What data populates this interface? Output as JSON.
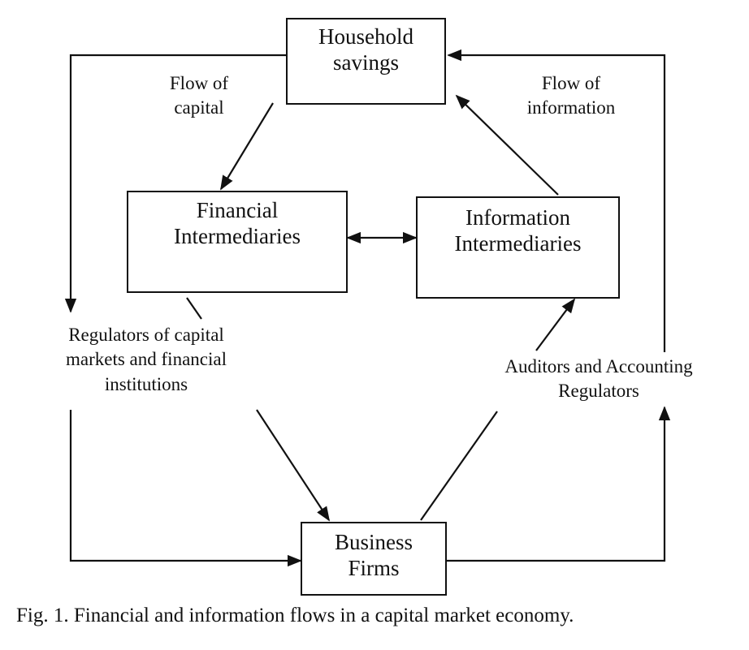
{
  "nodes": {
    "household": {
      "lines": [
        "Household",
        "savings"
      ]
    },
    "financial": {
      "lines": [
        "Financial",
        "Intermediaries"
      ]
    },
    "information": {
      "lines": [
        "Information",
        "Intermediaries"
      ]
    },
    "business": {
      "lines": [
        "Business",
        "Firms"
      ]
    }
  },
  "labels": {
    "flow_capital": [
      "Flow of",
      "capital"
    ],
    "flow_information": [
      "Flow of",
      "information"
    ],
    "regulators_capital": [
      "Regulators of capital",
      "markets and financial",
      "institutions"
    ],
    "auditors": [
      "Auditors and Accounting",
      "Regulators"
    ]
  },
  "caption": "Fig. 1.  Financial and information flows in a capital market economy."
}
